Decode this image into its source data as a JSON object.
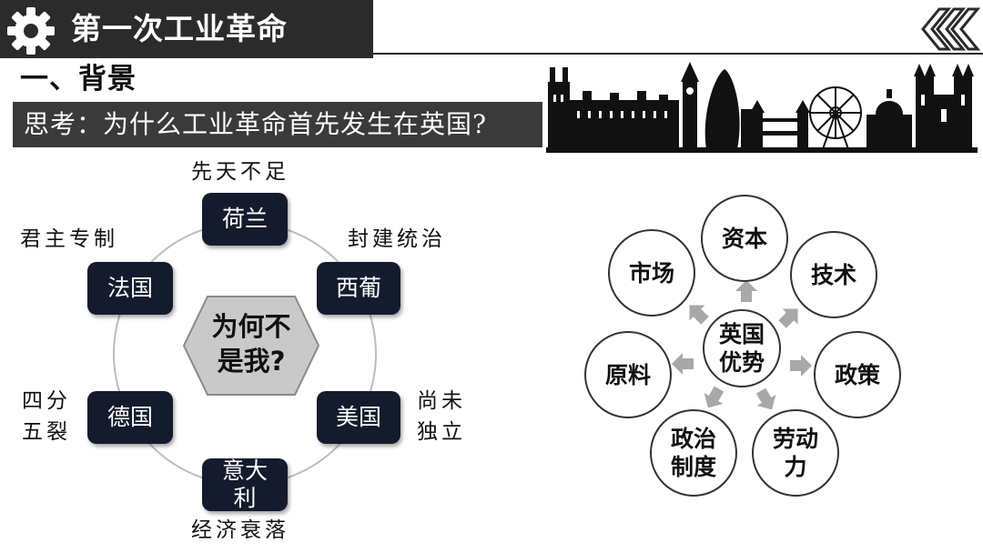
{
  "header": {
    "title": "第一次工业革命",
    "icon": "gear-icon",
    "nav_icon": "chevron-left-icon"
  },
  "section": {
    "heading": "一、背景",
    "question": "思考：为什么工业革命首先发生在英国?"
  },
  "skyline": {
    "icon": "london-skyline-icon"
  },
  "left_diagram": {
    "center": {
      "line1": "为何不",
      "line2": "是我?"
    },
    "countries": [
      {
        "name": "荷兰"
      },
      {
        "name": "西葡"
      },
      {
        "name": "美国"
      },
      {
        "name_line1": "意大",
        "name_line2": "利"
      },
      {
        "name": "德国"
      },
      {
        "name": "法国"
      }
    ],
    "notes": {
      "netherlands": "先天不足",
      "spain_portugal": "封建统治",
      "usa_line1": "尚未",
      "usa_line2": "独立",
      "italy": "经济衰落",
      "germany_line1": "四分",
      "germany_line2": "五裂",
      "france": "君主专制"
    }
  },
  "right_diagram": {
    "center": {
      "line1": "英国",
      "line2": "优势"
    },
    "factors": [
      {
        "label": "资本"
      },
      {
        "label": "技术"
      },
      {
        "label": "政策"
      },
      {
        "label_line1": "劳动",
        "label_line2": "力"
      },
      {
        "label_line1": "政治",
        "label_line2": "制度"
      },
      {
        "label": "原料"
      },
      {
        "label": "市场"
      }
    ]
  },
  "colors": {
    "dark_bar": "#2b2b2b",
    "question_bar": "#3a3a3a",
    "country_box": "#141b2d",
    "hexagon": "#c9c9c9",
    "arrow": "#a8a8a8"
  }
}
